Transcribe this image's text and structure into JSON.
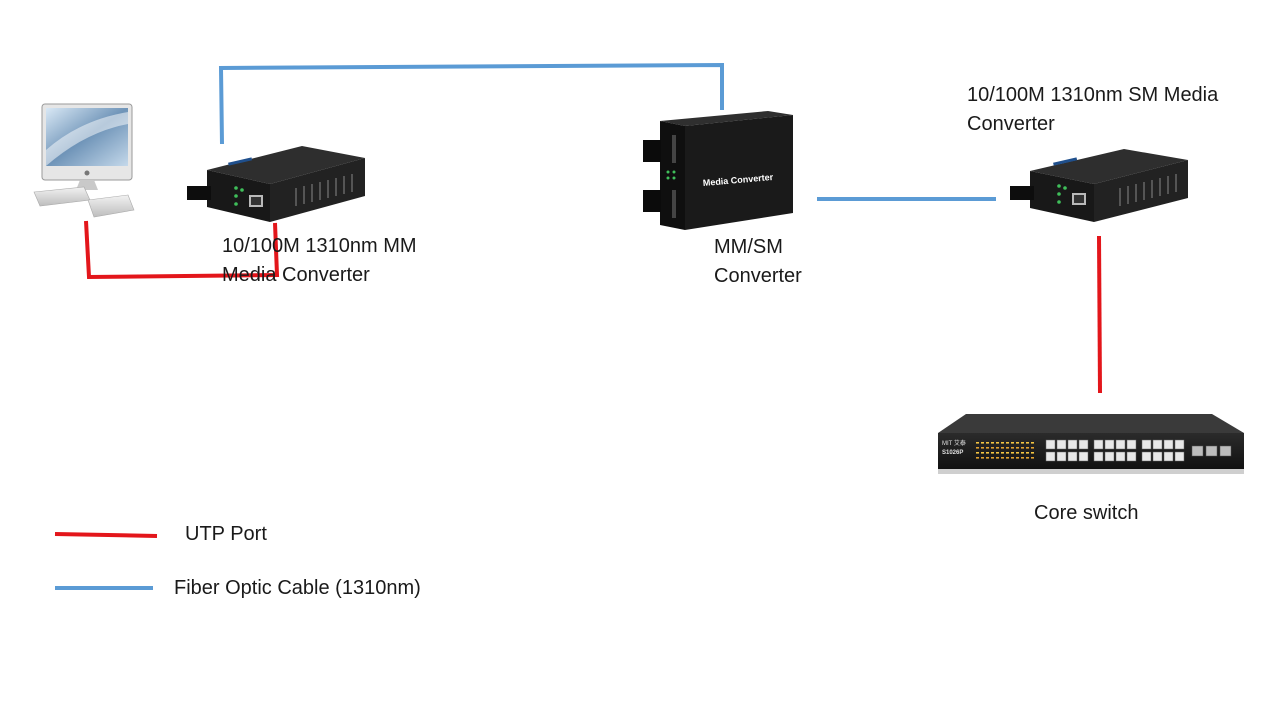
{
  "colors": {
    "utp": "#e3161b",
    "fiber": "#5b9bd5",
    "device_body": "#1c1c1c",
    "device_top": "#2a2a2a"
  },
  "labels": {
    "mm_converter": [
      "10/100M 1310nm MM",
      "Media Converter"
    ],
    "mmsm_converter": [
      "MM/SM",
      "Converter"
    ],
    "sm_converter": [
      "10/100M 1310nm SM Media",
      "Converter"
    ],
    "core_switch": "Core switch"
  },
  "device_text": {
    "media_converter_face": "Media  Converter",
    "switch_brand": "MIT 艾泰",
    "switch_model": "S1026P"
  },
  "legend": [
    {
      "name": "UTP Port",
      "line": "utp"
    },
    {
      "name": "Fiber Optic Cable (1310nm)",
      "line": "fiber"
    }
  ],
  "icons": {
    "computer": "desktop-computer-icon",
    "mm_converter": "media-converter-icon",
    "mmsm_converter": "mm-sm-converter-icon",
    "sm_converter": "media-converter-icon",
    "core_switch": "network-switch-icon"
  }
}
